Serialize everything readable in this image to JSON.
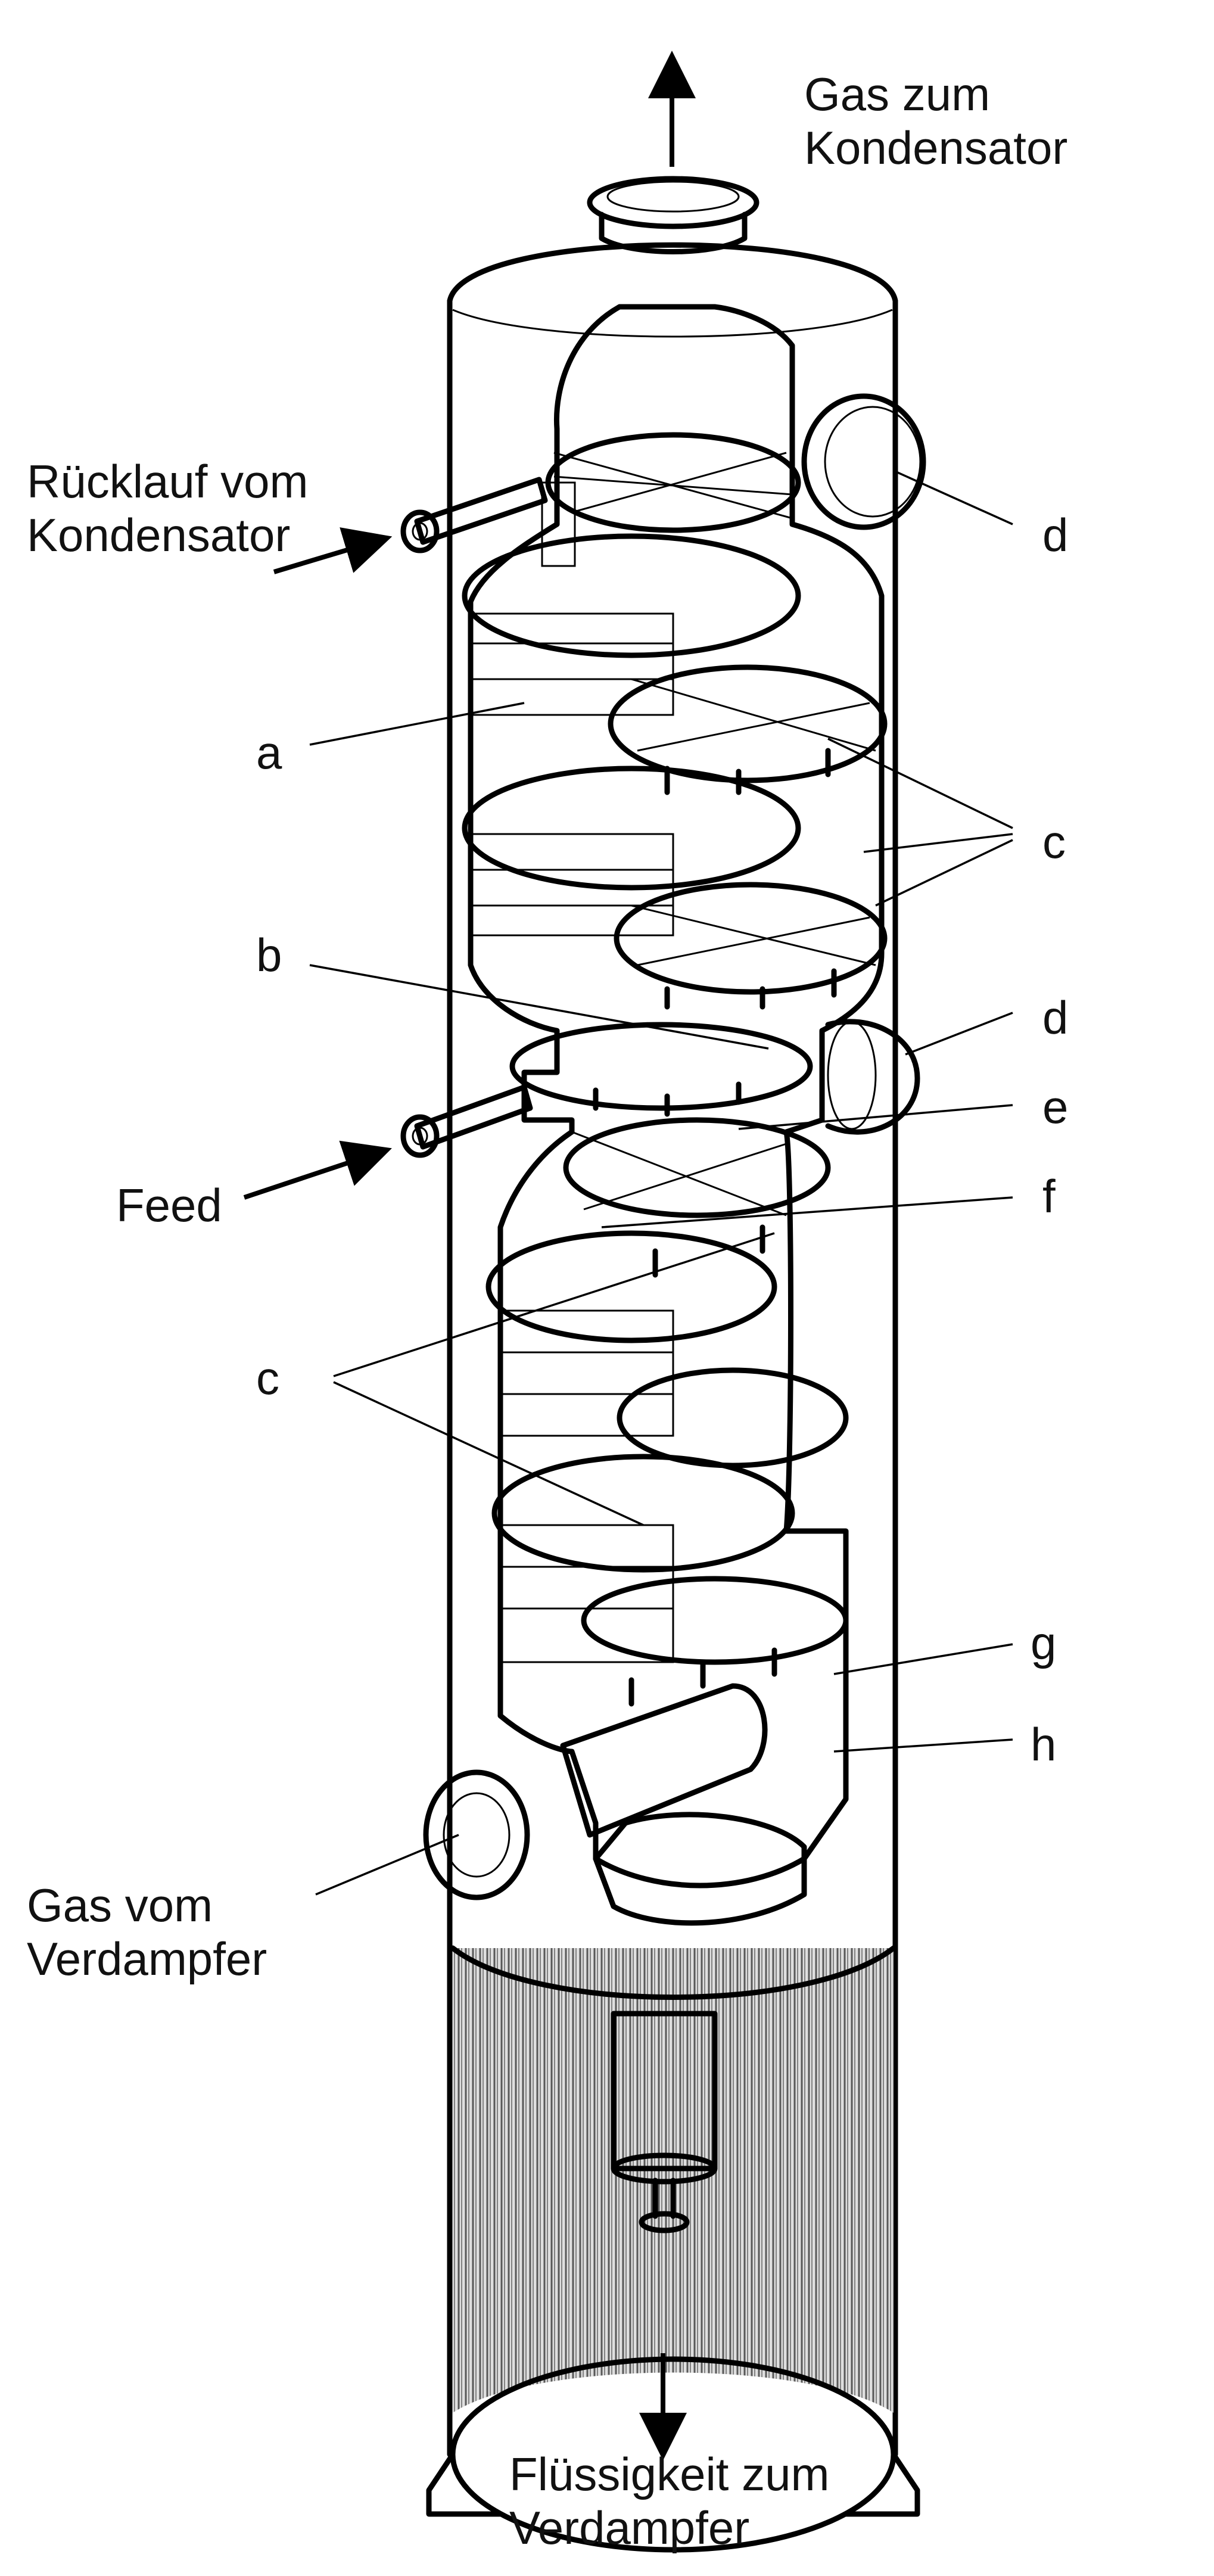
{
  "labels": {
    "gas_to_condenser_line1": "Gas zum",
    "gas_to_condenser_line2": "Kondensator",
    "reflux_line1": "Rücklauf vom",
    "reflux_line2": "Kondensator",
    "feed": "Feed",
    "gas_from_evaporator_line1": "Gas vom",
    "gas_from_evaporator_line2": "Verdampfer",
    "liquid_line1": "Flüssigkeit zum",
    "liquid_line2": "Verdampfer",
    "a": "a",
    "b": "b",
    "c_upper": "c",
    "c_lower": "c",
    "d_upper": "d",
    "d_lower": "d",
    "e": "e",
    "f": "f",
    "g": "g",
    "h": "h"
  }
}
